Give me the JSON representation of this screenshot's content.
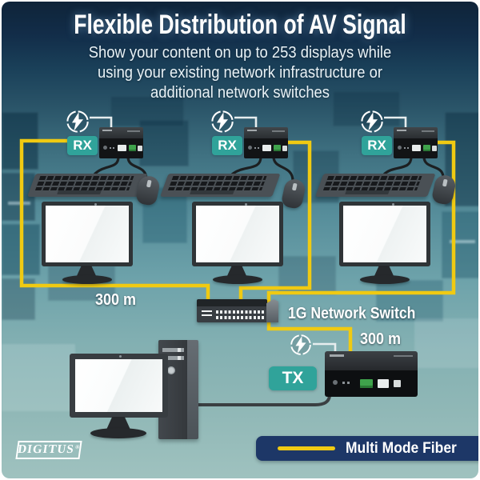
{
  "header": {
    "title": "Flexible Distribution of AV Signal",
    "subtitle": [
      "Show your content on up to 253 displays while",
      "using your existing network infrastructure or",
      "additional network switches"
    ]
  },
  "stations": [
    {
      "badge": "RX"
    },
    {
      "badge": "RX"
    },
    {
      "badge": "RX"
    }
  ],
  "tx": {
    "badge": "TX"
  },
  "labels": {
    "left_distance": "300 m",
    "network_switch": "1G Network Switch",
    "right_distance": "300 m"
  },
  "legend": {
    "label": "Multi Mode Fiber"
  },
  "brand": {
    "name": "DIGITUS",
    "registered": "®"
  },
  "icons": {
    "power": "power-lightning-icon"
  },
  "colors": {
    "fiber_yellow": "#f0ca12",
    "badge_teal": "#30a39a",
    "legend_navy": "#1d3767",
    "title_text": "#ffffff",
    "cable_black": "#1c1f21"
  }
}
